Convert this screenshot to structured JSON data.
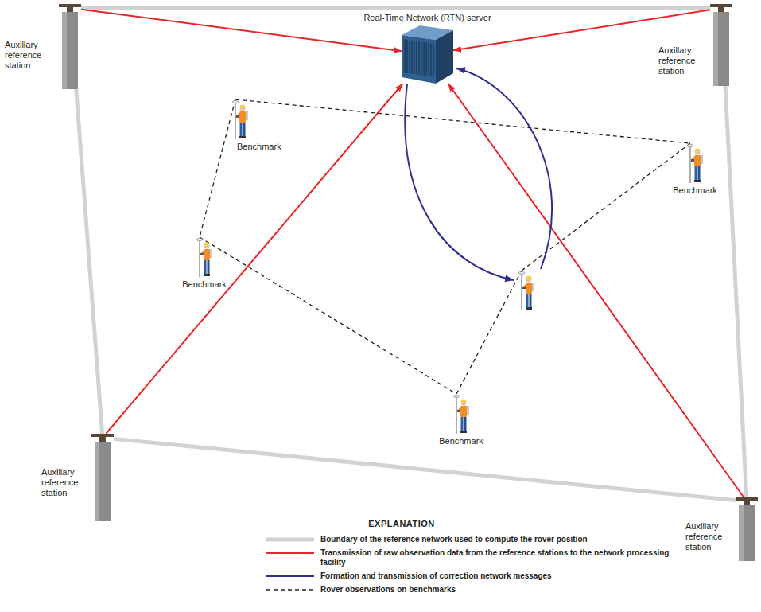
{
  "diagram": {
    "nodes": [
      {
        "text": [
          "Auxillary reference station"
        ]
      },
      {
        "text": [
          "Real-Time Network (RTN) server"
        ]
      },
      {
        "text": [
          "Auxillary reference station"
        ]
      },
      {
        "text": [
          "Benchmark"
        ]
      },
      {
        "text": [
          "Benchmark"
        ]
      },
      {
        "text": [
          "Benchmark"
        ]
      },
      {
        "text": [
          "Benchmark"
        ]
      },
      {
        "text": [
          "Auxillary reference station"
        ]
      },
      {
        "text": [
          "Auxillary reference station"
        ]
      }
    ],
    "edges": [
      {
        "from": 0,
        "to": 1,
        "arrow": "to"
      },
      {
        "from": 2,
        "to": 1,
        "arrow": "to"
      },
      {
        "from": 7,
        "to": 1,
        "arrow": "to"
      },
      {
        "from": 8,
        "to": 1,
        "arrow": "to"
      },
      {
        "from": 0,
        "to": 2,
        "arrow": "none"
      },
      {
        "from": 2,
        "to": 8,
        "arrow": "none"
      },
      {
        "from": 8,
        "to": 7,
        "arrow": "none"
      },
      {
        "from": 7,
        "to": 0,
        "arrow": "none"
      },
      {
        "from": 3,
        "to": 4,
        "arrow": "none"
      },
      {
        "from": 3,
        "to": 5,
        "arrow": "none"
      },
      {
        "from": 5,
        "to": 6,
        "arrow": "none"
      }
    ],
    "labels": [
      "EXPLANATION"
    ],
    "legend": [
      {
        "text": "Boundary of the reference network used to compute the rover position"
      },
      {
        "text": "Transmission of raw observation data from the reference stations to the network processing facility"
      },
      {
        "text": "Formation and transmission of correction network messages"
      },
      {
        "text": "Rover observations on benchmarks"
      }
    ]
  }
}
